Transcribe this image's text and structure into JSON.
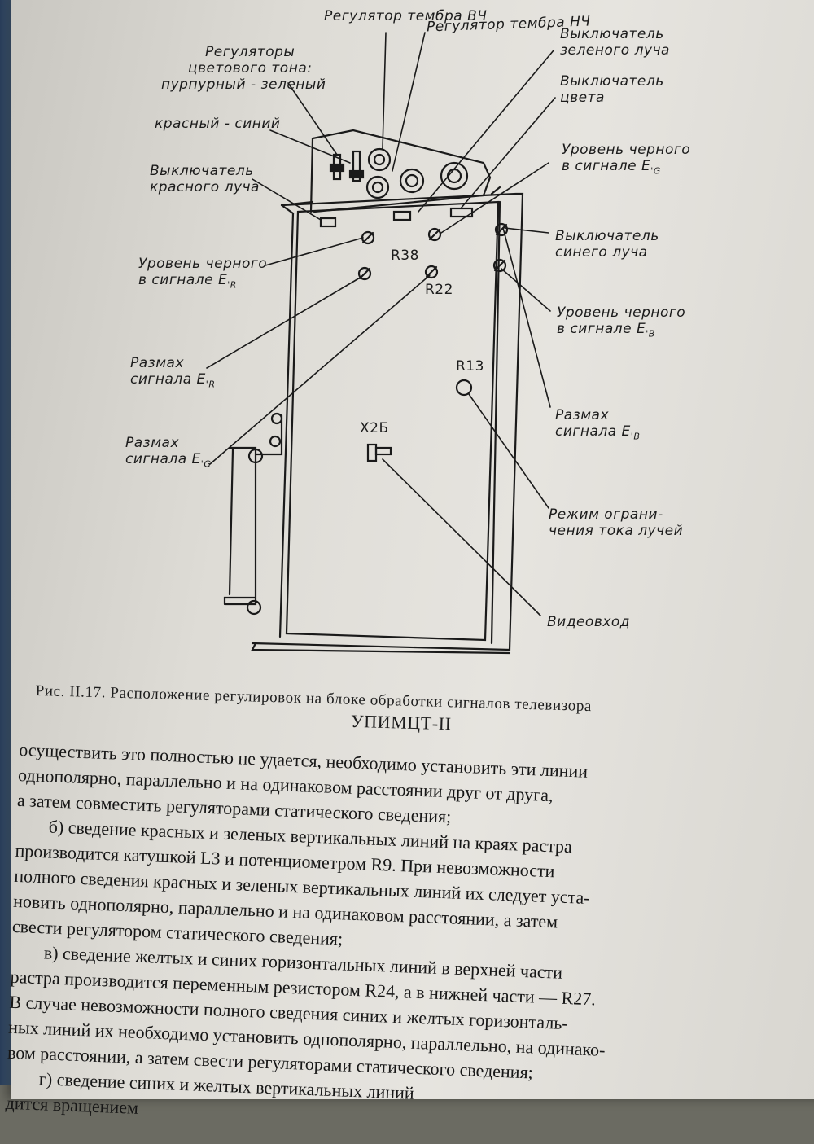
{
  "figure": {
    "labels": {
      "treble": "Регулятор тембра ВЧ",
      "bass": "Регулятор тембра НЧ",
      "color_tone_1": "Регуляторы",
      "color_tone_2": "цветового тона:",
      "color_tone_3": "пурпурный - зеленый",
      "red_blue": "красный - синий",
      "red_beam_1": "Выключатель",
      "red_beam_2": "красного луча",
      "green_beam_1": "Выключатель",
      "green_beam_2": "зеленого луча",
      "color_switch_1": "Выключатель",
      "color_switch_2": "цвета",
      "black_g_1": "Уровень черного",
      "black_g_2": "в сигнале E",
      "black_g_sub": "'G",
      "blue_beam_1": "Выключатель",
      "blue_beam_2": "синего луча",
      "black_r_1": "Уровень черного",
      "black_r_2": "в сигнале E",
      "black_r_sub": "'R",
      "black_b_1": "Уровень черного",
      "black_b_2": "в сигнале E",
      "black_b_sub": "'B",
      "swing_r_1": "Размах",
      "swing_r_2": "сигнала E",
      "swing_r_sub": "'R",
      "swing_g_1": "Размах",
      "swing_g_2": "сигнала E",
      "swing_g_sub": "'G",
      "swing_b_1": "Размах",
      "swing_b_2": "сигнала E",
      "swing_b_sub": "'B",
      "current_limit_1": "Режим ограни-",
      "current_limit_2": "чения тока лучей",
      "video_in": "Видеовход",
      "r38": "R38",
      "r22": "R22",
      "r13": "R13",
      "x2b": "X2Б"
    }
  },
  "caption": {
    "text": "Рис. II.17. Расположение регулировок на блоке обработки сигналов телевизора",
    "title": "УПИМЦТ-II"
  },
  "body_lines": [
    "осуществить это полностью не удается, необходимо установить эти линии",
    "однополярно, параллельно и на одинаковом расстоянии друг от друга,",
    "а затем совместить регуляторами статического сведения;",
    "б) сведение красных и зеленых вертикальных линий на краях растра",
    "производится катушкой L3 и потенциометром R9. При невозможности",
    "полного сведения красных и зеленых вертикальных линий их следует уста-",
    "новить однополярно, параллельно и на одинаковом расстоянии, а затем",
    "свести регулятором статического сведения;",
    "в) сведение желтых и синих горизонтальных линий в верхней части",
    "растра производится переменным резистором R24, а в нижней части — R27.",
    "В случае невозможности полного сведения синих и желтых горизонталь-",
    "ных линий их необходимо установить однополярно, параллельно, на одинако-",
    "вом расстоянии, а затем свести регуляторами статического сведения;",
    "г) сведение синих и желтых вертикальных линий",
    "дится вращением"
  ]
}
